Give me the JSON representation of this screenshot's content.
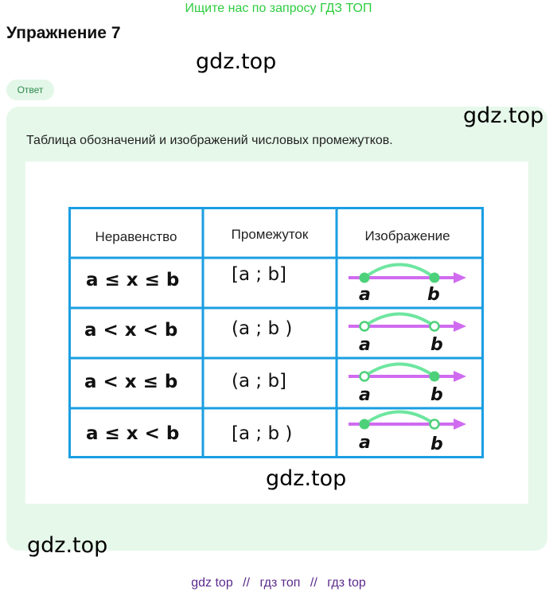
{
  "banner": "Ищите нас по запросу ГДЗ ТОП",
  "exercise_title": "Упражнение 7",
  "watermarks": [
    "gdz.top",
    "gdz.top",
    "gdz.top",
    "gdz.top"
  ],
  "answer_badge": "Ответ",
  "answer_caption": "Таблица обозначений и изображений числовых промежутков.",
  "table": {
    "headers": [
      "Неравенство",
      "Промежуток",
      "Изображение"
    ],
    "rows": [
      {
        "inequality": "a ≤ x ≤ b",
        "interval": "[a ; b]",
        "left_closed": true,
        "right_closed": true
      },
      {
        "inequality": "a < x < b",
        "interval": "(a ; b )",
        "left_closed": false,
        "right_closed": false
      },
      {
        "inequality": "a < x ≤ b",
        "interval": "(a ; b]",
        "left_closed": false,
        "right_closed": true
      },
      {
        "inequality": "a ≤ x < b",
        "interval": "[a ; b )",
        "left_closed": true,
        "right_closed": false
      }
    ],
    "point_labels": [
      "a",
      "b"
    ],
    "colors": {
      "border": "#1a9ee2",
      "axis": "#d06bf0",
      "arc": "#6ee6a0",
      "point": "#4cd17a"
    }
  },
  "footer": {
    "links": [
      "gdz top",
      "гдз топ",
      "гдз top"
    ],
    "separator": "//"
  }
}
